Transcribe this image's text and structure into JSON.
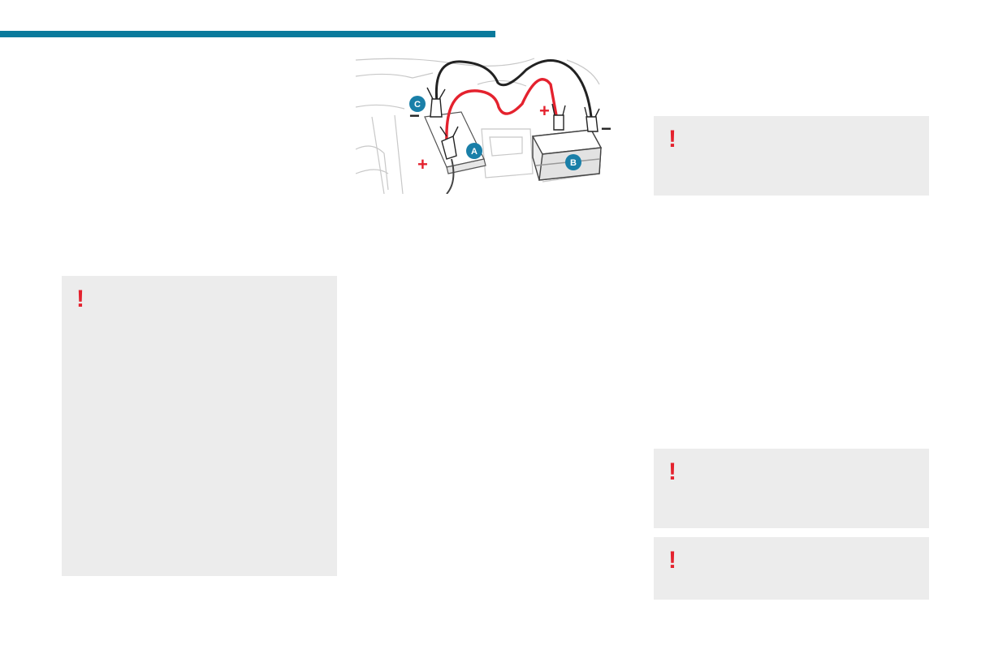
{
  "colors": {
    "header_bar": "#0a7a9c",
    "warning_box_bg": "#ececec",
    "warning_mark": "#e4222e",
    "callout_bg": "#1a7fa8",
    "positive_cable": "#e4222e",
    "negative_cable": "#222222"
  },
  "warnings": [
    {
      "mark": "!"
    },
    {
      "mark": "!"
    },
    {
      "mark": "!"
    },
    {
      "mark": "!"
    }
  ],
  "illustration": {
    "callouts": {
      "a": "A",
      "b": "B",
      "c": "C"
    },
    "signs": {
      "plus": "+",
      "minus": "−"
    },
    "icons": [
      "battery-icon",
      "jumper-cable-icon",
      "clamp-icon"
    ]
  }
}
